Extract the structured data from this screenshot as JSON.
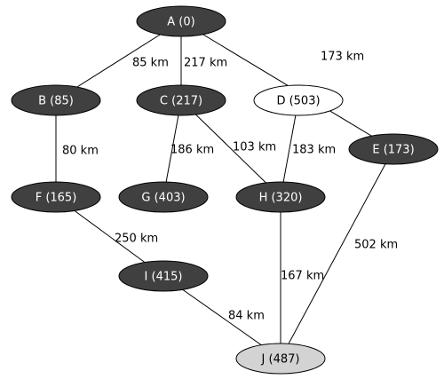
{
  "diagram": {
    "nodes": [
      {
        "id": "A",
        "label": "A (0)",
        "style": "dark"
      },
      {
        "id": "B",
        "label": "B (85)",
        "style": "dark"
      },
      {
        "id": "C",
        "label": "C (217)",
        "style": "dark"
      },
      {
        "id": "D",
        "label": "D (503)",
        "style": "white"
      },
      {
        "id": "E",
        "label": "E (173)",
        "style": "dark"
      },
      {
        "id": "F",
        "label": "F (165)",
        "style": "dark"
      },
      {
        "id": "G",
        "label": "G (403)",
        "style": "dark"
      },
      {
        "id": "H",
        "label": "H (320)",
        "style": "dark"
      },
      {
        "id": "I",
        "label": "I (415)",
        "style": "dark"
      },
      {
        "id": "J",
        "label": "J (487)",
        "style": "light"
      }
    ],
    "edges": [
      {
        "from": "A",
        "to": "B",
        "label": "85 km"
      },
      {
        "from": "A",
        "to": "C",
        "label": "217 km"
      },
      {
        "from": "A",
        "to": "E",
        "label": "173 km"
      },
      {
        "from": "B",
        "to": "F",
        "label": "80 km"
      },
      {
        "from": "C",
        "to": "G",
        "label": "186 km"
      },
      {
        "from": "C",
        "to": "H",
        "label": "103 km"
      },
      {
        "from": "D",
        "to": "H",
        "label": "183 km"
      },
      {
        "from": "E",
        "to": "J",
        "label": "502 km"
      },
      {
        "from": "F",
        "to": "I",
        "label": "250 km"
      },
      {
        "from": "H",
        "to": "J",
        "label": "167 km"
      },
      {
        "from": "I",
        "to": "J",
        "label": "84 km"
      }
    ],
    "colors": {
      "dark_fill": "#404040",
      "dark_text": "#ffffff",
      "white_fill": "#ffffff",
      "white_text": "#000000",
      "light_fill": "#d3d3d3",
      "light_text": "#000000",
      "edge": "#000000"
    }
  }
}
